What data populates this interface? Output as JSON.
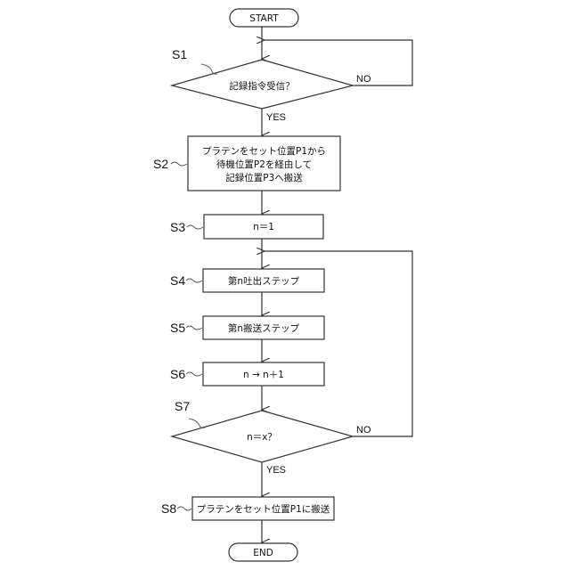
{
  "start": "START",
  "end": "END",
  "steps": {
    "s1": {
      "label": "S1",
      "text": "記録指令受信？",
      "yes": "YES",
      "no": "NO"
    },
    "s2": {
      "label": "S2",
      "lines": [
        "プラテンをセット位置P1から",
        "待機位置P2を経由して",
        "記録位置P3へ搬送"
      ]
    },
    "s3": {
      "label": "S3",
      "text": "n＝1"
    },
    "s4": {
      "label": "S4",
      "text": "第n吐出ステップ"
    },
    "s5": {
      "label": "S5",
      "text": "第n搬送ステップ"
    },
    "s6": {
      "label": "S6",
      "text": "n → n＋1"
    },
    "s7": {
      "label": "S7",
      "text": "n＝x？",
      "yes": "YES",
      "no": "NO"
    },
    "s8": {
      "label": "S8",
      "text": "プラテンをセット位置P1に搬送"
    }
  }
}
